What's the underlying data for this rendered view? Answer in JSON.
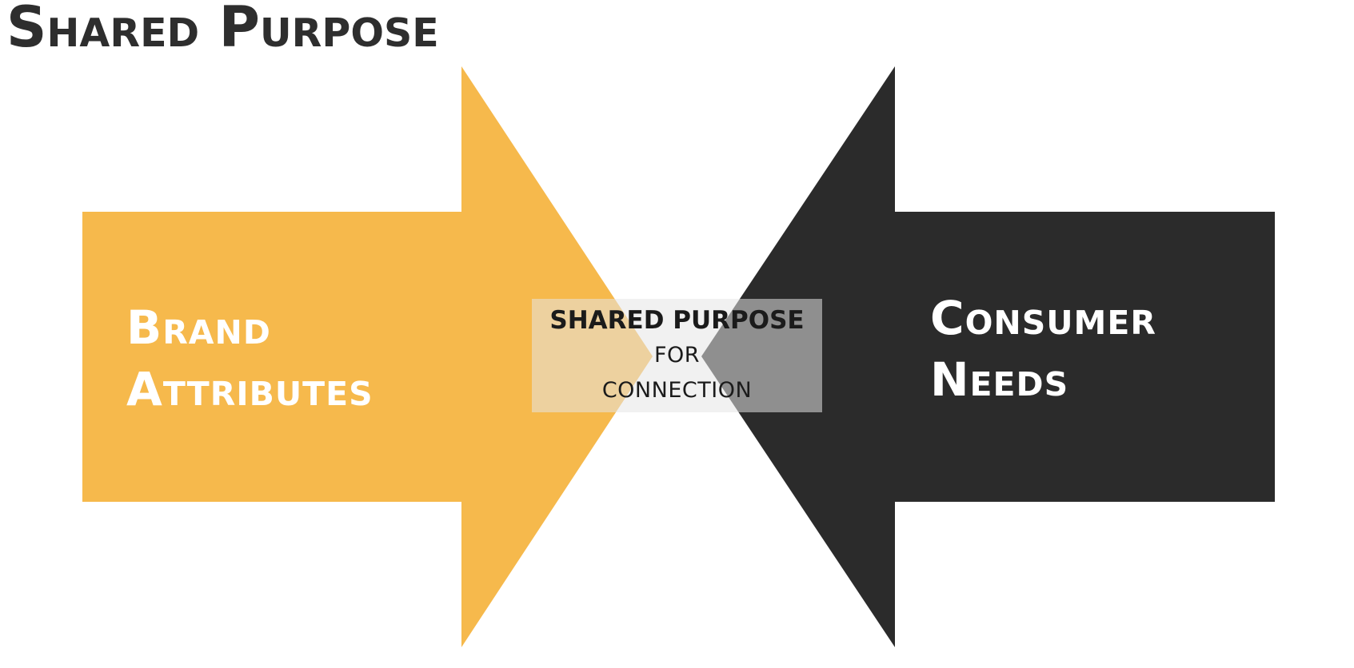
{
  "title": "Shared Purpose",
  "colors": {
    "background": "#FFFFFF",
    "title_text": "#2E2E2E",
    "brand_arrow": "#F6B94C",
    "consumer_arrow": "#2B2B2B",
    "label_text": "#FFFFFF",
    "center_panel": "rgba(229,229,229,0.54)",
    "center_text": "#1B1B1B"
  },
  "diagram": {
    "left_arrow": {
      "direction": "points-right",
      "line1": "Brand",
      "line2": "Attributes"
    },
    "right_arrow": {
      "direction": "points-left",
      "line1": "Consumer",
      "line2": "Needs"
    },
    "center": {
      "line1": "SHARED PURPOSE",
      "line2": "FOR",
      "line3": "CONNECTION"
    }
  }
}
